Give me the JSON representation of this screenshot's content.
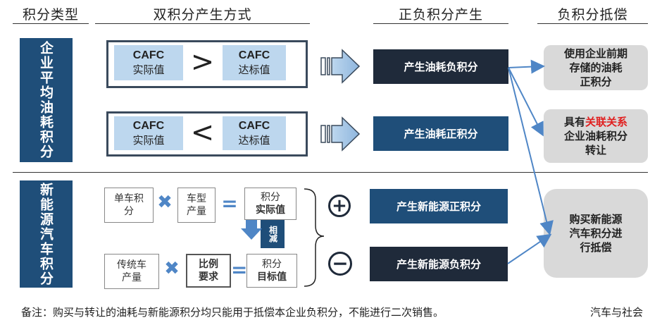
{
  "headers": {
    "col1": "积分类型",
    "col2": "双积分产生方式",
    "col3": "正负积分产生",
    "col4": "负积分抵偿"
  },
  "sections": {
    "cafc": "企业平均油耗积分",
    "nev": "新能源汽车积分"
  },
  "cafc_rows": [
    {
      "left_top": "CAFC",
      "left_bottom": "实际值",
      "operator": ">",
      "right_top": "CAFC",
      "right_bottom": "达标值",
      "result": "产生油耗负积分"
    },
    {
      "left_top": "CAFC",
      "left_bottom": "实际值",
      "operator": "<",
      "right_top": "CAFC",
      "right_bottom": "达标值",
      "result": "产生油耗正积分"
    }
  ],
  "nev_formula": {
    "row1": {
      "a_line1": "单车积",
      "a_line2": "分",
      "op": "✖",
      "b_line1": "车型",
      "b_line2": "产量",
      "eq": "=",
      "c_line1": "积分",
      "c_line2": "实际值"
    },
    "offset_label": "相减",
    "row2": {
      "a_line1": "传统车",
      "a_line2": "产量",
      "op": "✖",
      "b_line1": "比例",
      "b_line2": "要求",
      "eq": "=",
      "c_line1": "积分",
      "c_line2": "目标值"
    }
  },
  "nev_results": [
    {
      "sign": "+",
      "text": "产生新能源正积分"
    },
    {
      "sign": "−",
      "text": "产生新能源负积分"
    }
  ],
  "offsets": [
    {
      "line1": "使用企业前期",
      "line2": "存储的油耗",
      "line3": "正积分"
    },
    {
      "line1_prefix": "具有",
      "line1_highlight": "关联关系",
      "line2": "企业油耗积分",
      "line3": "转让"
    },
    {
      "line1": "购买新能源",
      "line2": "汽车积分进",
      "line3": "行抵偿"
    }
  ],
  "footer": {
    "note": "备注：购买与转让的油耗与新能源积分均只能用于抵偿本企业负积分，不能进行二次销售。",
    "source": "汽车与社会"
  },
  "colors": {
    "navy": "#1f4e79",
    "dark": "#1f2a3a",
    "light_blue": "#bdd7ee",
    "arrow_blue": "#4f86c6",
    "grey": "#d9d9d9",
    "highlight_red": "#e02020"
  }
}
